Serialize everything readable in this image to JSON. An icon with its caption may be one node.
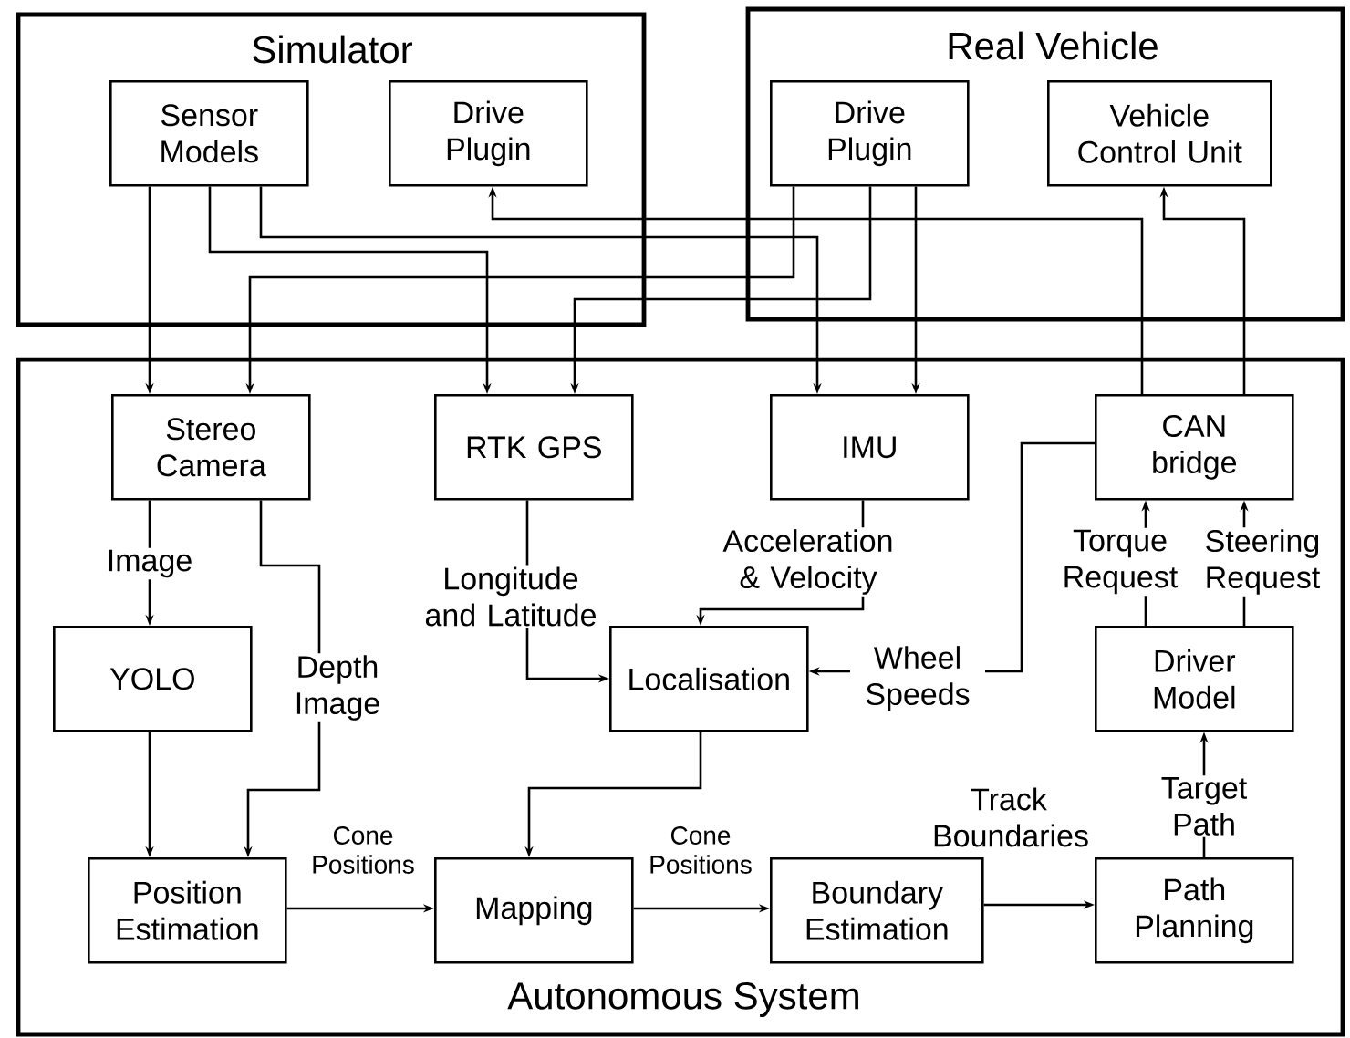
{
  "diagram": {
    "nodes": [
      {
        "text": [
          "Simulator"
        ]
      },
      {
        "text": [
          "Sensor Models"
        ],
        "in": 0
      },
      {
        "text": [
          "Drive Plugin"
        ],
        "in": 0
      },
      {
        "text": [
          "Real Vehicle"
        ]
      },
      {
        "text": [
          "Drive Plugin"
        ],
        "in": 3
      },
      {
        "text": [
          "Vehicle Control Unit"
        ],
        "in": 3
      },
      {
        "text": [
          "Autonomous System"
        ]
      },
      {
        "text": [
          "Stereo Camera"
        ],
        "in": 6
      },
      {
        "text": [
          "RTK GPS"
        ],
        "in": 6
      },
      {
        "text": [
          "IMU"
        ],
        "in": 6
      },
      {
        "text": [
          "CAN bridge"
        ],
        "in": 6
      },
      {
        "text": [
          "YOLO"
        ],
        "in": 6
      },
      {
        "text": [
          "Localisation"
        ],
        "in": 6
      },
      {
        "text": [
          "Driver Model"
        ],
        "in": 6
      },
      {
        "text": [
          "Position Estimation"
        ],
        "in": 6
      },
      {
        "text": [
          "Mapping"
        ],
        "in": 6
      },
      {
        "text": [
          "Boundary Estimation"
        ],
        "in": 6
      },
      {
        "text": [
          "Path Planning"
        ],
        "in": 6
      }
    ],
    "edges": [
      {
        "from": 1,
        "to": 7,
        "arrow": "to"
      },
      {
        "from": 1,
        "to": 8,
        "arrow": "to"
      },
      {
        "from": 1,
        "to": 9,
        "arrow": "to"
      },
      {
        "from": 4,
        "to": 7,
        "arrow": "to"
      },
      {
        "from": 4,
        "to": 8,
        "arrow": "to"
      },
      {
        "from": 4,
        "to": 9,
        "arrow": "to"
      },
      {
        "from": 10,
        "to": 2,
        "arrow": "to"
      },
      {
        "from": 10,
        "to": 5,
        "arrow": "to"
      },
      {
        "from": 7,
        "to": 11,
        "arrow": "to",
        "label": "Image"
      },
      {
        "from": 7,
        "to": 14,
        "arrow": "to",
        "label": "Depth Image"
      },
      {
        "from": 11,
        "to": 14,
        "arrow": "to"
      },
      {
        "from": 8,
        "to": 12,
        "arrow": "to",
        "label": "Longitude and Latitude"
      },
      {
        "from": 9,
        "to": 12,
        "arrow": "to",
        "label": "Acceleration & Velocity"
      },
      {
        "from": 10,
        "to": 12,
        "arrow": "to",
        "label": "Wheel Speeds"
      },
      {
        "from": 13,
        "to": 10,
        "arrow": "to",
        "label": "Torque Request"
      },
      {
        "from": 13,
        "to": 10,
        "arrow": "to",
        "label": "Steering Request"
      },
      {
        "from": 12,
        "to": 15,
        "arrow": "to"
      },
      {
        "from": 14,
        "to": 15,
        "arrow": "to",
        "label": "Cone Positions"
      },
      {
        "from": 15,
        "to": 16,
        "arrow": "to",
        "label": "Cone Positions"
      },
      {
        "from": 16,
        "to": 17,
        "arrow": "to",
        "label": "Track Boundaries"
      },
      {
        "from": 17,
        "to": 13,
        "arrow": "to",
        "label": "Target Path"
      }
    ]
  }
}
